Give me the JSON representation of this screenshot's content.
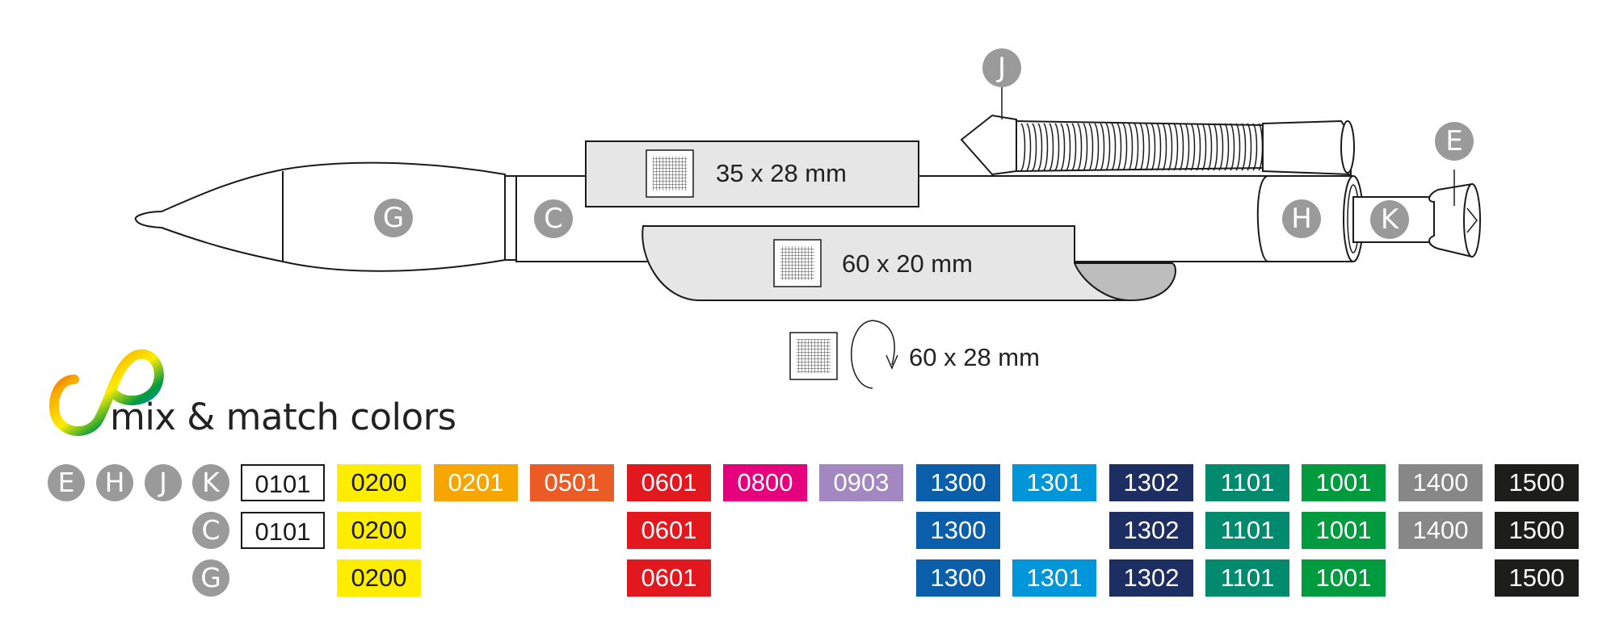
{
  "print_areas": {
    "barrel_top": "35 x 28 mm",
    "clip": "60 x 20 mm",
    "wrap": "60 x 28 mm"
  },
  "part_badges": {
    "grip": "G",
    "barrel": "C",
    "spring": "J",
    "mechanism": "H",
    "push_button": "K",
    "end_cap": "E"
  },
  "brand": {
    "tagline": "mix & match colors"
  },
  "color_table": {
    "columns": [
      {
        "code": "0101",
        "bg": "#ffffff",
        "fg": "#1a1a1a",
        "outlined": true
      },
      {
        "code": "0200",
        "bg": "#ffed00",
        "fg": "#1a1a1a",
        "outlined": false
      },
      {
        "code": "0201",
        "bg": "#f7a600",
        "fg": "#ffffff",
        "outlined": false
      },
      {
        "code": "0501",
        "bg": "#ea5b25",
        "fg": "#ffffff",
        "outlined": false
      },
      {
        "code": "0601",
        "bg": "#e3181f",
        "fg": "#ffffff",
        "outlined": false
      },
      {
        "code": "0800",
        "bg": "#e6007e",
        "fg": "#ffffff",
        "outlined": false
      },
      {
        "code": "0903",
        "bg": "#a287c0",
        "fg": "#ffffff",
        "outlined": false
      },
      {
        "code": "1300",
        "bg": "#0b5ea9",
        "fg": "#ffffff",
        "outlined": false
      },
      {
        "code": "1301",
        "bg": "#0096d9",
        "fg": "#ffffff",
        "outlined": false
      },
      {
        "code": "1302",
        "bg": "#1d2e63",
        "fg": "#ffffff",
        "outlined": false
      },
      {
        "code": "1101",
        "bg": "#008a6e",
        "fg": "#ffffff",
        "outlined": false
      },
      {
        "code": "1001",
        "bg": "#009a3f",
        "fg": "#ffffff",
        "outlined": false
      },
      {
        "code": "1400",
        "bg": "#878787",
        "fg": "#ffffff",
        "outlined": false
      },
      {
        "code": "1500",
        "bg": "#1d1d1b",
        "fg": "#ffffff",
        "outlined": false
      }
    ],
    "rows": [
      {
        "labels": [
          "E",
          "H",
          "J",
          "K"
        ],
        "available": [
          "0101",
          "0200",
          "0201",
          "0501",
          "0601",
          "0800",
          "0903",
          "1300",
          "1301",
          "1302",
          "1101",
          "1001",
          "1400",
          "1500"
        ]
      },
      {
        "labels": [
          "C"
        ],
        "available": [
          "0101",
          "0200",
          "0601",
          "1300",
          "1302",
          "1101",
          "1001",
          "1400",
          "1500"
        ]
      },
      {
        "labels": [
          "G"
        ],
        "available": [
          "0200",
          "0601",
          "1300",
          "1301",
          "1302",
          "1101",
          "1001",
          "1500"
        ]
      }
    ]
  },
  "colors": {
    "badge": "#9a9a9a",
    "print_area_fill": "#e6e6e6",
    "clip_shadow": "#bdbdbd"
  }
}
